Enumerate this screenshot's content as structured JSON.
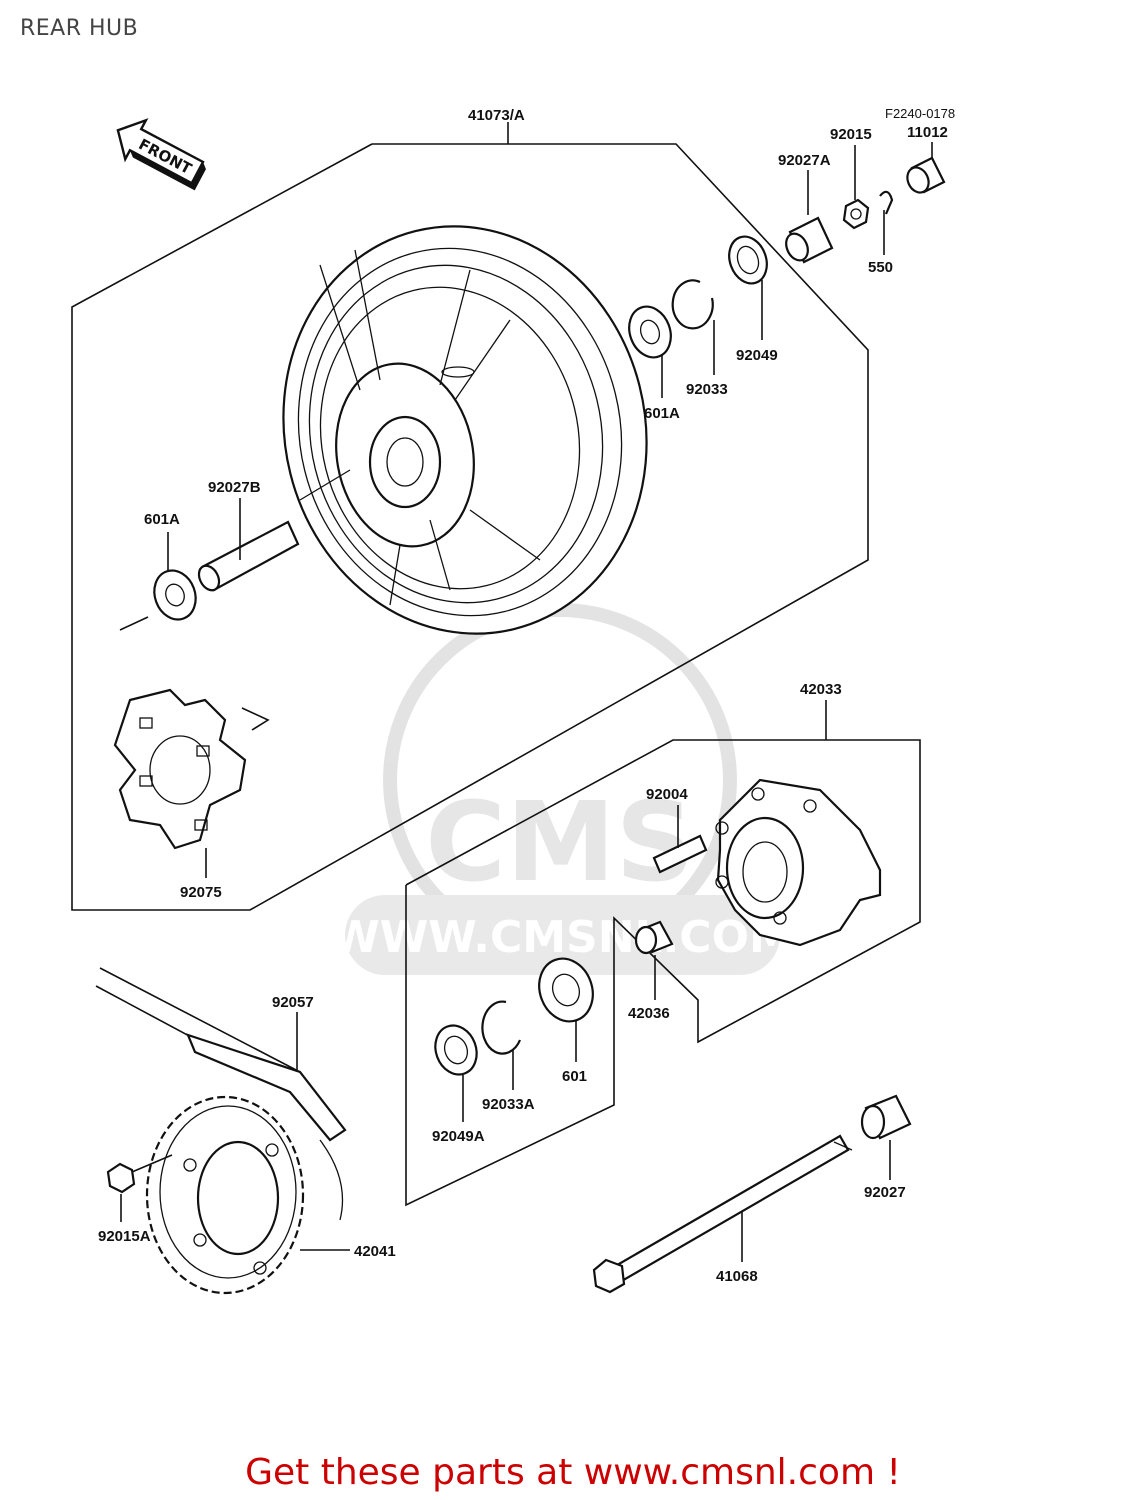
{
  "page_title": "REAR HUB",
  "figure_ref": "F2240-0178",
  "direction_label": "FRONT",
  "watermark": {
    "logo_text": "CMS",
    "url_text": "WWW.CMSNL.COM"
  },
  "footer_text": "Get these parts at www.cmsnl.com !",
  "parts": {
    "p41073A": "41073/A",
    "p92015": "92015",
    "p11012": "11012",
    "p92027A": "92027A",
    "p550": "550",
    "p92049": "92049",
    "p92033": "92033",
    "p601A_top": "601A",
    "p601A_left": "601A",
    "p92027B": "92027B",
    "p92075": "92075",
    "p42033": "42033",
    "p92004": "92004",
    "p42036": "42036",
    "p601": "601",
    "p92033A": "92033A",
    "p92049A": "92049A",
    "p92057": "92057",
    "p92015A": "92015A",
    "p42041": "42041",
    "p92027": "92027",
    "p41068": "41068"
  }
}
